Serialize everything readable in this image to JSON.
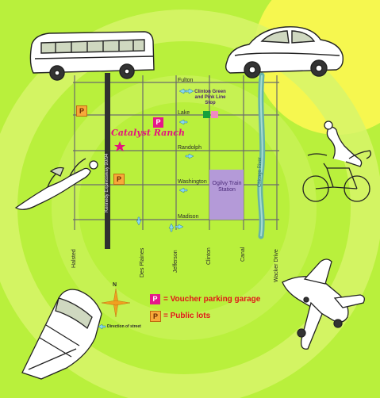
{
  "streets": {
    "horizontal": [
      "Fulton",
      "Lake",
      "Randolph",
      "Washington",
      "Madison"
    ],
    "vertical": [
      "Halsted",
      "Des Plaines",
      "Jefferson",
      "Clinton",
      "Canal",
      "Wacker Drive"
    ],
    "expressway": "Kennedy Expressway 90/94",
    "river": "Chicago River"
  },
  "places": {
    "venue": "Catalyst Ranch",
    "station": "Ogilvy Train Station",
    "el_stop": "Clinton Green and Pink Line Stop"
  },
  "legend": {
    "north": "N",
    "p_symbol": "P",
    "voucher": "= Voucher parking garage",
    "public": "= Public lots",
    "direction": "Direction of street"
  },
  "colors": {
    "background": "#b9f03c",
    "ring": "#d7f46a",
    "sun": "#f6f74f",
    "street": "#6b6b6b",
    "expressway": "#303030",
    "river": "#66b3a8",
    "station": "#b49ad8",
    "voucher": "#e6178a",
    "public": "#f7a93a",
    "green_line": "#14a03c",
    "pink_line": "#f08ac2",
    "accent_text": "#e4137d",
    "legend_text": "#e01818"
  },
  "icons": [
    "bus-icon",
    "vintage-car-icon",
    "flying-man-icon",
    "bicyclist-icon",
    "train-icon",
    "airplane-icon",
    "compass-icon",
    "star-marker-icon",
    "direction-arrow-icon"
  ]
}
